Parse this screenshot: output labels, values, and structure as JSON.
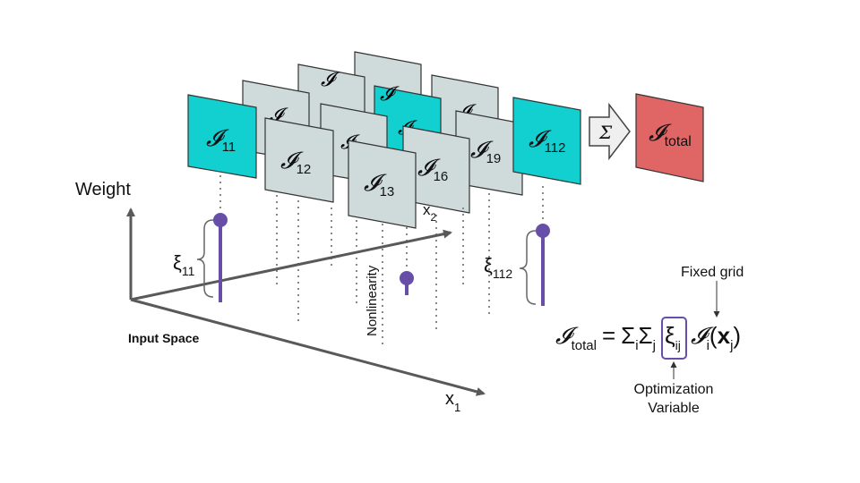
{
  "axes": {
    "weight_label": "Weight",
    "x1_label": "x",
    "x1_sub": "1",
    "x2_label": "x",
    "x2_sub": "2",
    "input_space_label": "Input Space",
    "nonlinearity_label": "Nonlinearity"
  },
  "panels": {
    "symbol": "𝓘",
    "subs": [
      "11",
      "12",
      "13",
      "16",
      "19",
      "112"
    ]
  },
  "sum_symbol": "Σ",
  "total_panel": {
    "symbol": "𝓘",
    "sub": "total"
  },
  "weights": [
    {
      "symbol": "ξ",
      "sub": "11"
    },
    {
      "symbol": "ξ",
      "sub": "112"
    }
  ],
  "equation": {
    "lhs_symbol": "𝓘",
    "lhs_sub": "total",
    "equals": "=",
    "sum1": "Σ",
    "sum1_sub": "i",
    "sum2": "Σ",
    "sum2_sub": "j",
    "xi": "ξ",
    "xi_sub": "ij",
    "i_symbol": "𝓘",
    "i_sub": "i",
    "paren_open": "(",
    "x_bold": "x",
    "x_sub": "j",
    "paren_close": ")"
  },
  "annotations": {
    "fixed_grid": "Fixed grid",
    "optimization_line1": "Optimization",
    "optimization_line2": "Variable"
  },
  "colors": {
    "teal": "#12CFD0",
    "grey_panel": "#CFDBDB",
    "red_panel": "#E06666",
    "purple": "#674EA7",
    "axis": "#595959"
  }
}
